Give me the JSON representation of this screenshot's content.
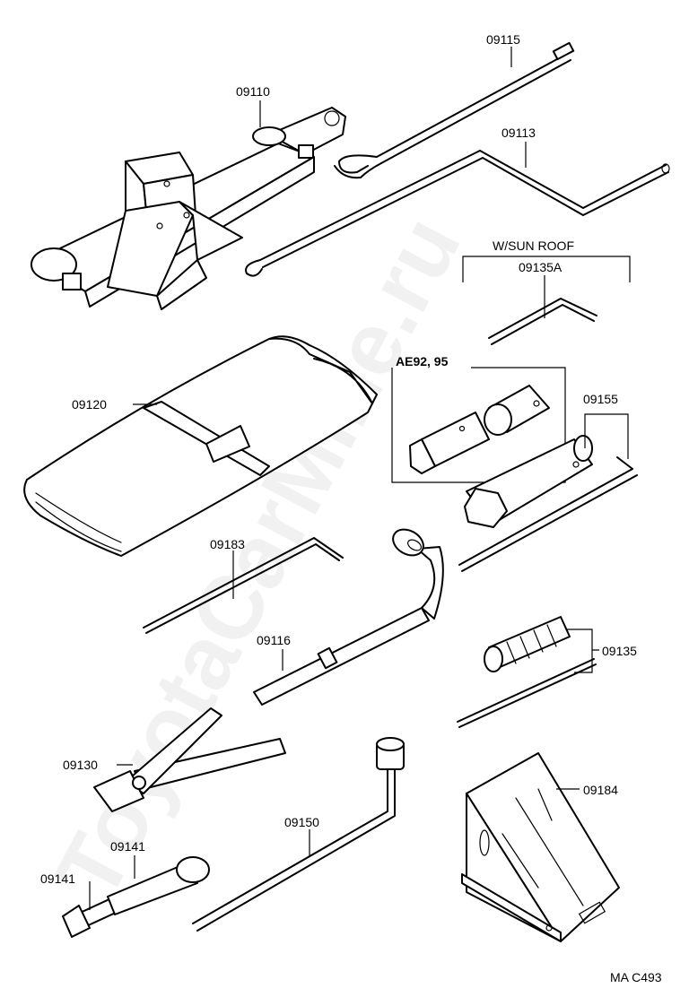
{
  "labels": {
    "p09115": "09115",
    "p09110": "09110",
    "p09113": "09113",
    "wsun": "W/SUN ROOF",
    "p09135A": "09135A",
    "ae92": "AE92, 95",
    "p09155": "09155",
    "p09120": "09120",
    "p09183": "09183",
    "p09116": "09116",
    "p09135": "09135",
    "p09130": "09130",
    "p09184": "09184",
    "p09150": "09150",
    "p09141a": "09141",
    "p09141b": "09141",
    "code": "MA  C493"
  },
  "watermark": "ToyotaCarMine.ru"
}
